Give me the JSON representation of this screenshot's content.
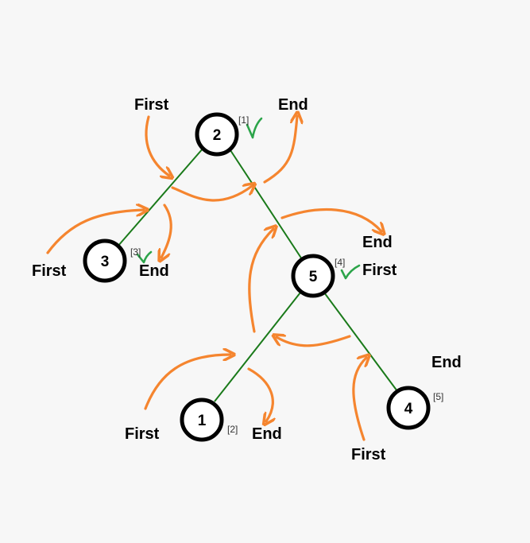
{
  "nodes": [
    {
      "id": "2",
      "label": "2",
      "order": "[1]",
      "checked": true
    },
    {
      "id": "3",
      "label": "3",
      "order": "[3]",
      "checked": true
    },
    {
      "id": "5",
      "label": "5",
      "order": "[4]",
      "checked": true
    },
    {
      "id": "1",
      "label": "1",
      "order": "[2]",
      "checked": false
    },
    {
      "id": "4",
      "label": "4",
      "order": "[5]",
      "checked": false
    }
  ],
  "annotations": {
    "node2_first": "First",
    "node2_end": "End",
    "node3_first": "First",
    "node3_end": "End",
    "node5_first": "First",
    "node5_end": "End",
    "node1_first": "First",
    "node1_end": "End",
    "node4_first": "First",
    "node4_end": "End"
  },
  "colors": {
    "background": "#f7f7f7",
    "edge": "#1a7a1a",
    "arrow": "#f5852f",
    "check": "#2ca44a",
    "node_stroke": "#000000",
    "node_fill": "#ffffff"
  }
}
